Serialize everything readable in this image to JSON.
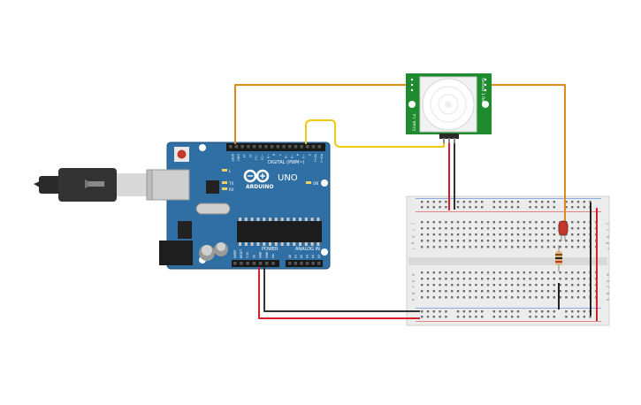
{
  "arduino": {
    "brand": "ARDUINO",
    "model": "UNO",
    "header_digital": "DIGITAL (PWM~)",
    "header_power": "POWER",
    "header_analog": "ANALOG IN",
    "label_on": "ON",
    "label_l": "L",
    "label_tx": "TX",
    "label_rx": "RX",
    "pins_top": [
      "AREF",
      "GND",
      "13",
      "12",
      "~11",
      "~10",
      "~9",
      "8",
      "7",
      "~6",
      "~5",
      "4",
      "~3",
      "2",
      "TX→1",
      "RX←0"
    ],
    "pins_power": [
      "IOREF",
      "RESET",
      "3.3V",
      "5V",
      "GND",
      "GND",
      "Vin"
    ],
    "pins_analog": [
      "A0",
      "A1",
      "A2",
      "A3",
      "A4",
      "A5"
    ]
  },
  "pir": {
    "label_left": "Enab. Lo",
    "label_right": "Sensor 1 Ret"
  },
  "breadboard": {
    "rows_top": [
      "j",
      "i",
      "h",
      "g",
      "f"
    ],
    "rows_bottom": [
      "e",
      "d",
      "c",
      "b",
      "a"
    ]
  },
  "colors": {
    "board_blue": "#2f6fa3",
    "wire_orange": "#e08a1e",
    "wire_yellow": "#f2c811",
    "wire_red": "#d4202a",
    "wire_black": "#333333",
    "pir_green": "#1f8a2e"
  }
}
